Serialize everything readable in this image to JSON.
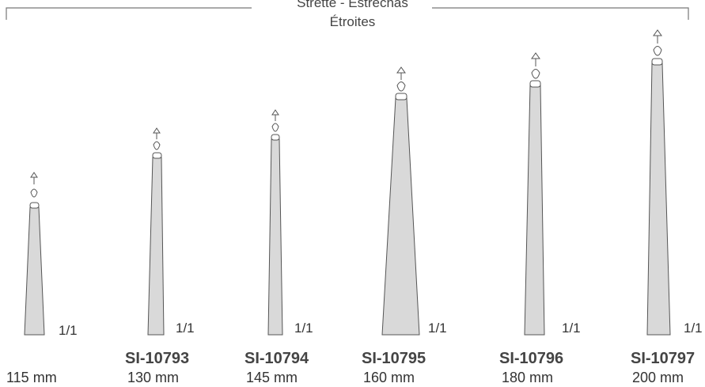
{
  "header": {
    "line1": "Strette - Estrechas",
    "line2": "Étroites"
  },
  "instruments": [
    {
      "code": "",
      "length": "115 mm",
      "scale": "1/1"
    },
    {
      "code": "SI-10793",
      "length": "130 mm",
      "scale": "1/1"
    },
    {
      "code": "SI-10794",
      "length": "145 mm",
      "scale": "1/1"
    },
    {
      "code": "SI-10795",
      "length": "160 mm",
      "scale": "1/1"
    },
    {
      "code": "SI-10796",
      "length": "180 mm",
      "scale": "1/1"
    },
    {
      "code": "SI-10797",
      "length": "200 mm",
      "scale": "1/1"
    }
  ],
  "colors": {
    "fill": "#d9d9d9",
    "stroke": "#555555"
  }
}
